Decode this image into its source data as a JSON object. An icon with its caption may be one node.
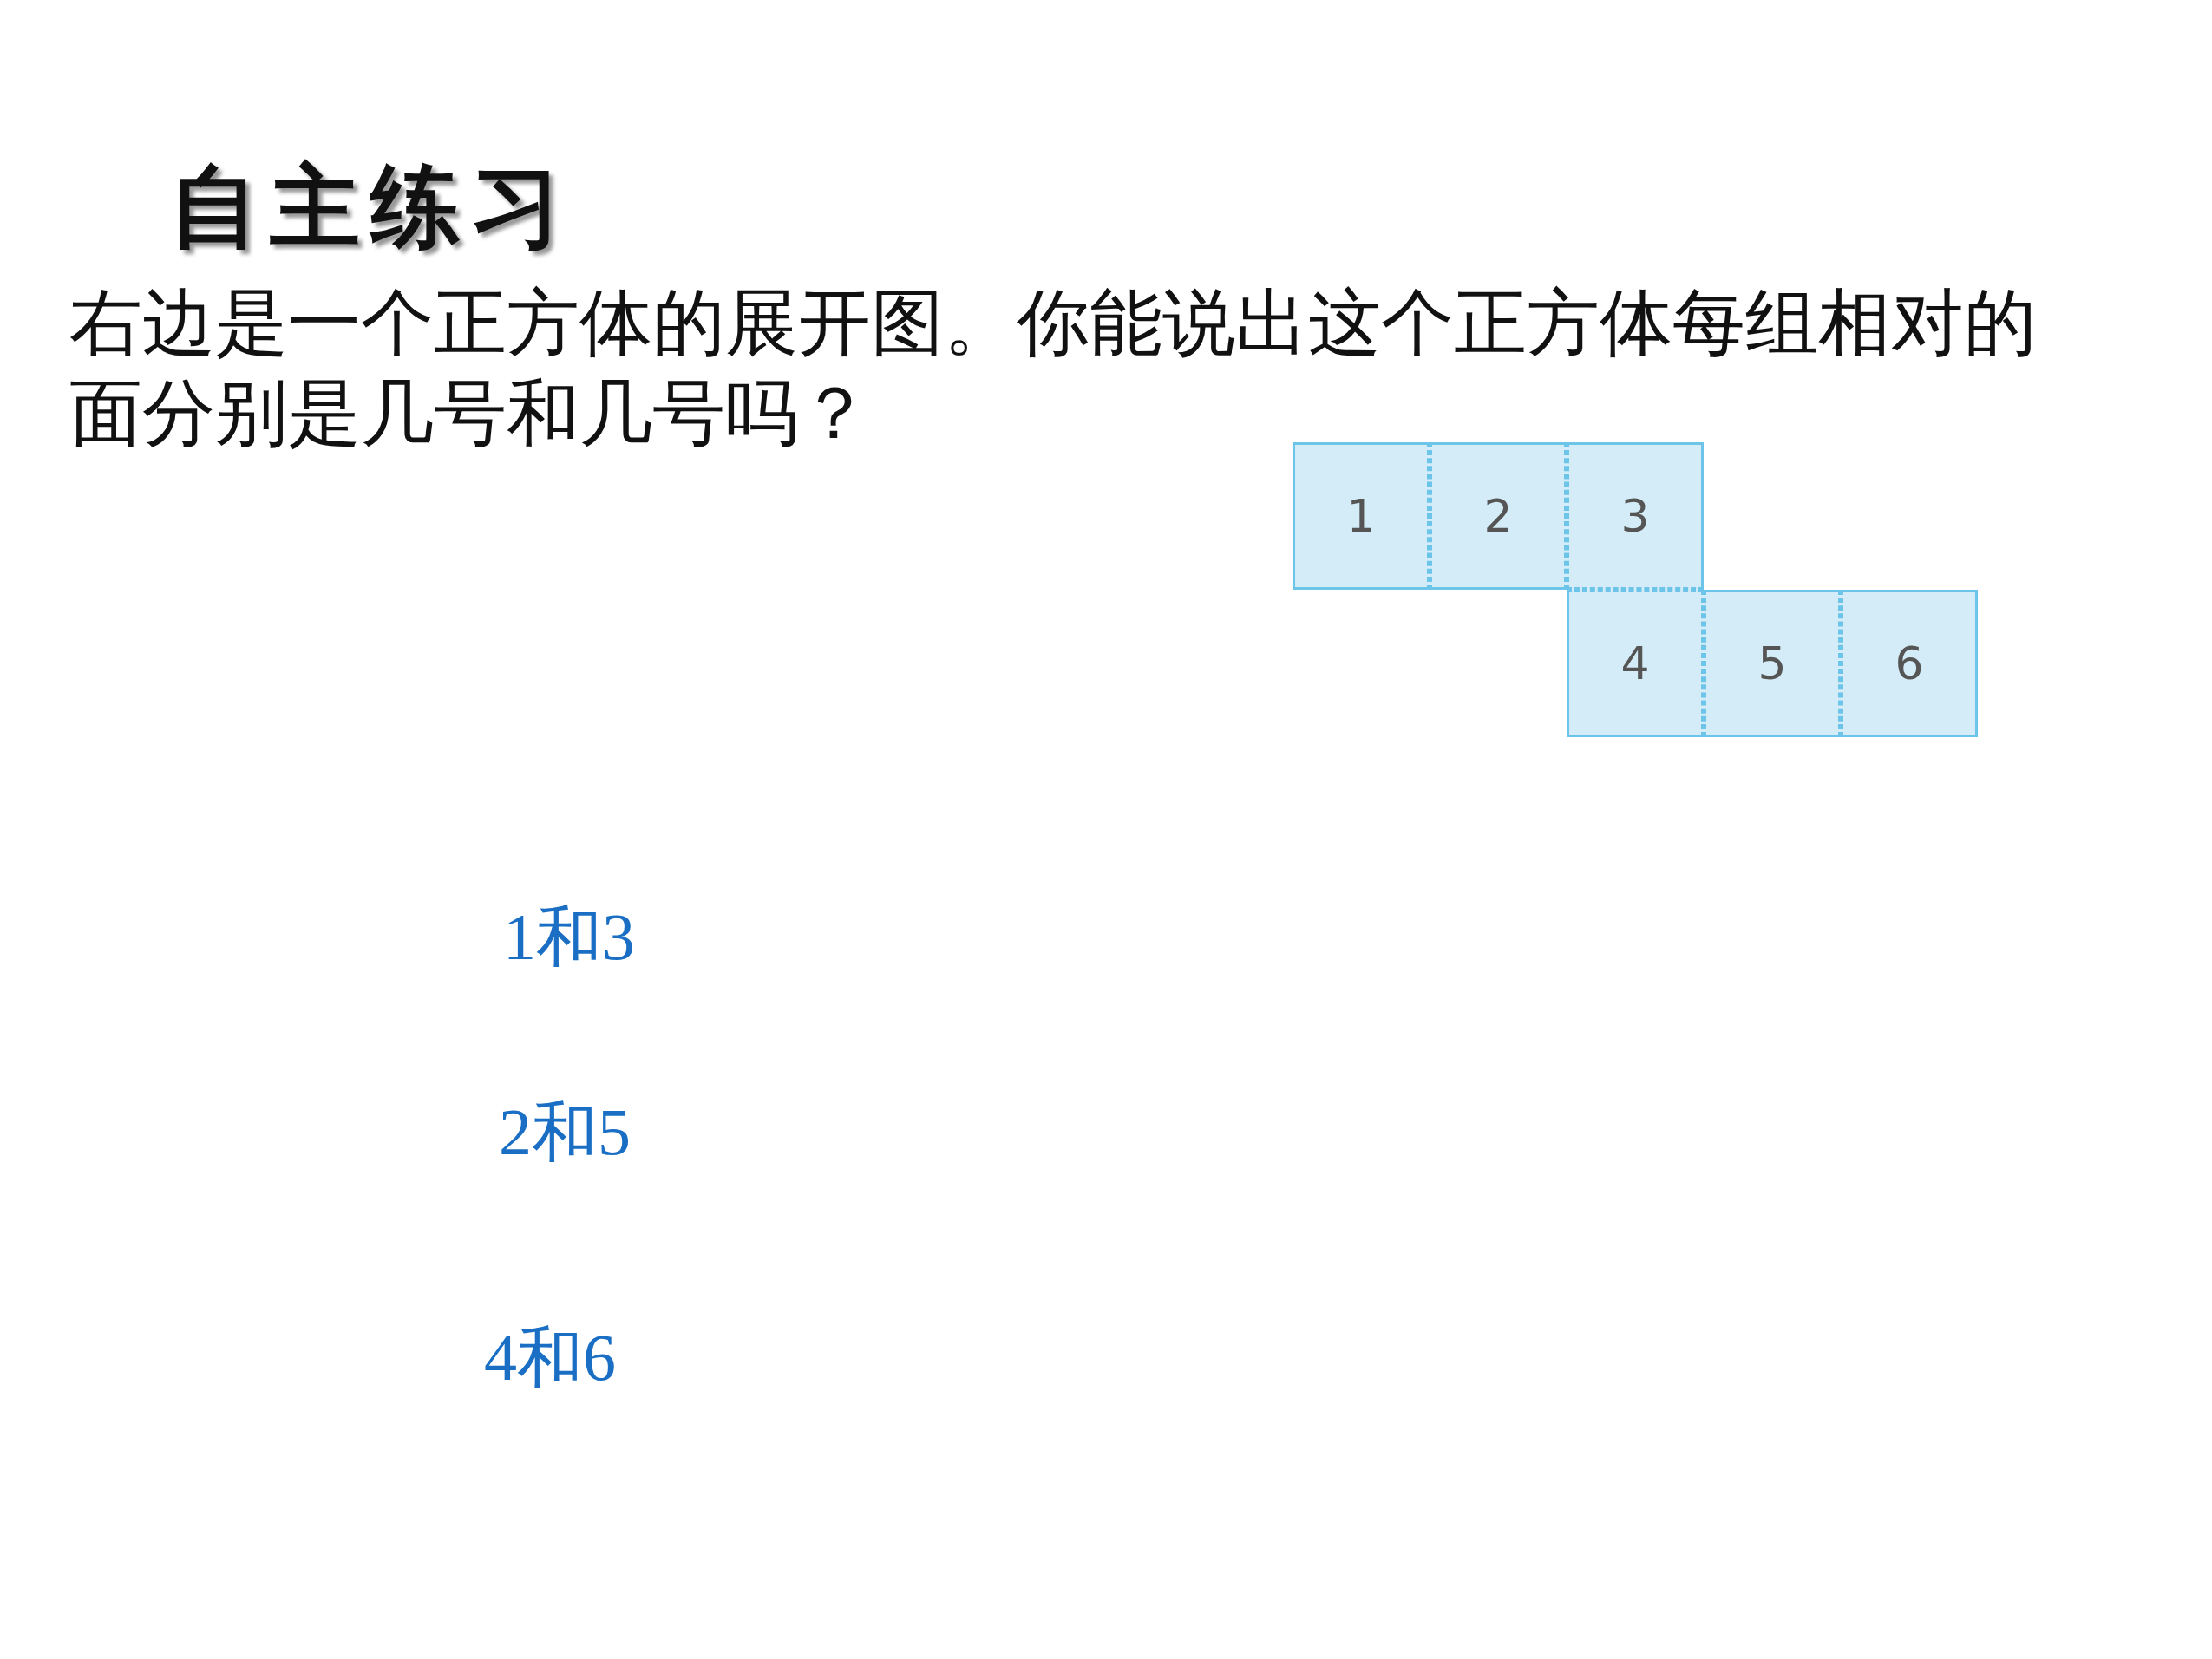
{
  "diagram": {
    "title": "自主练习",
    "nodes": [
      {
        "text": [
          "1"
        ]
      },
      {
        "text": [
          "2"
        ]
      },
      {
        "text": [
          "3"
        ]
      },
      {
        "text": [
          "4"
        ]
      },
      {
        "text": [
          "5"
        ]
      },
      {
        "text": [
          "6"
        ]
      }
    ],
    "labels": [
      "右边是一个正方体的展开图。你能说出这个正方体每组相对的面分别是几号和几号吗？",
      "1和3",
      "2和5",
      "4和6"
    ]
  }
}
